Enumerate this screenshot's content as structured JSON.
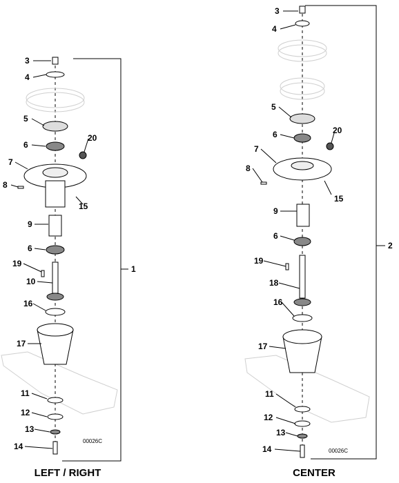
{
  "captions": {
    "left": "LEFT / RIGHT",
    "center": "CENTER"
  },
  "image_codes": {
    "left": "00026C",
    "center": "00026C"
  },
  "assemblies": {
    "left": "1",
    "center": "2"
  },
  "left_callouts": [
    "3",
    "4",
    "5",
    "6",
    "20",
    "7",
    "8",
    "15",
    "9",
    "6",
    "19",
    "10",
    "16",
    "17",
    "11",
    "12",
    "13",
    "14"
  ],
  "center_callouts": [
    "3",
    "4",
    "5",
    "6",
    "20",
    "7",
    "8",
    "15",
    "9",
    "6",
    "19",
    "18",
    "16",
    "17",
    "11",
    "12",
    "13",
    "14"
  ]
}
